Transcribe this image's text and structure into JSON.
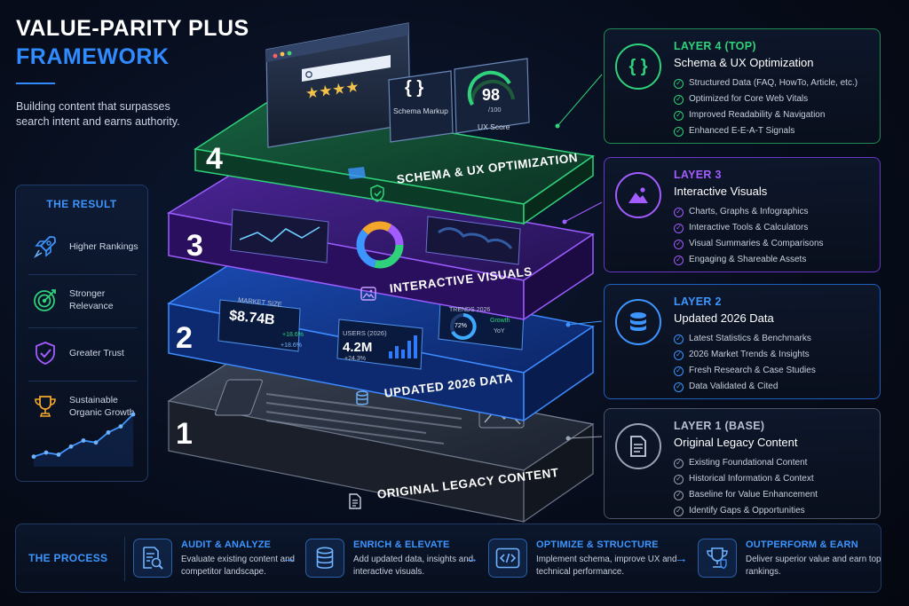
{
  "header": {
    "title_line1": "VALUE-PARITY PLUS",
    "title_line2": "FRAMEWORK",
    "subtitle": "Building content that surpasses search intent and earns authority."
  },
  "result": {
    "title": "THE RESULT",
    "items": [
      {
        "label": "Higher Rankings",
        "icon": "rocket-icon"
      },
      {
        "label": "Stronger Relevance",
        "icon": "target-icon"
      },
      {
        "label": "Greater Trust",
        "icon": "shield-check-icon"
      },
      {
        "label": "Sustainable Organic Growth",
        "icon": "trophy-icon"
      }
    ],
    "growth_chart": {
      "values": [
        10,
        14,
        12,
        20,
        26,
        24,
        34,
        40,
        52
      ]
    }
  },
  "stack": {
    "layer4": {
      "number": "4",
      "name": "SCHEMA & UX OPTIMIZATION",
      "schema_label": "Schema Markup",
      "ux_score": "98",
      "ux_score_max": "/100",
      "ux_label": "UX Score",
      "stars": "★★★★",
      "color": "#1fbf6a"
    },
    "layer3": {
      "number": "3",
      "name": "INTERACTIVE VISUALS",
      "color": "#8b3dff"
    },
    "layer2": {
      "number": "2",
      "name": "UPDATED 2026 DATA",
      "market_label": "MARKET SIZE",
      "market_value": "$8.74B",
      "market_delta1": "+18.6%",
      "market_delta2": "+18.6%",
      "users_label": "USERS (2026)",
      "users_value": "4.2M",
      "users_delta": "+24.3%",
      "trends_label": "TRENDS 2026",
      "trends_pct": "72%",
      "trends_growth": "Growth",
      "trends_yoy": "YoY",
      "color": "#2f7bff"
    },
    "layer1": {
      "number": "1",
      "name": "ORIGINAL LEGACY CONTENT",
      "color": "#6c7689"
    }
  },
  "cards": [
    {
      "label": "LAYER 4 (TOP)",
      "title": "Schema & UX Optimization",
      "icon": "code-braces-icon",
      "color": "#2fd27a",
      "items": [
        "Structured Data (FAQ, HowTo, Article, etc.)",
        "Optimized for Core Web Vitals",
        "Improved Readability & Navigation",
        "Enhanced E-E-A-T Signals"
      ]
    },
    {
      "label": "LAYER 3",
      "title": "Interactive Visuals",
      "icon": "image-icon",
      "color": "#a35cff",
      "items": [
        "Charts, Graphs & Infographics",
        "Interactive Tools & Calculators",
        "Visual Summaries & Comparisons",
        "Engaging & Shareable Assets"
      ]
    },
    {
      "label": "LAYER 2",
      "title": "Updated 2026 Data",
      "icon": "database-icon",
      "color": "#3d95ff",
      "items": [
        "Latest Statistics & Benchmarks",
        "2026 Market Trends & Insights",
        "Fresh Research & Case Studies",
        "Data Validated & Cited"
      ]
    },
    {
      "label": "LAYER 1 (BASE)",
      "title": "Original Legacy Content",
      "icon": "document-icon",
      "color": "#9aa4b5",
      "items": [
        "Existing Foundational Content",
        "Historical Information & Context",
        "Baseline for Value Enhancement",
        "Identify Gaps & Opportunities"
      ]
    }
  ],
  "process": {
    "title": "THE PROCESS",
    "steps": [
      {
        "title": "AUDIT & ANALYZE",
        "desc": "Evaluate existing content and competitor landscape.",
        "icon": "audit-icon"
      },
      {
        "title": "ENRICH & ELEVATE",
        "desc": "Add updated data, insights and interactive visuals.",
        "icon": "database-icon"
      },
      {
        "title": "OPTIMIZE & STRUCTURE",
        "desc": "Implement schema, improve UX and technical performance.",
        "icon": "code-icon"
      },
      {
        "title": "OUTPERFORM & EARN",
        "desc": "Deliver superior value and earn top rankings.",
        "icon": "trophy-icon"
      }
    ]
  }
}
